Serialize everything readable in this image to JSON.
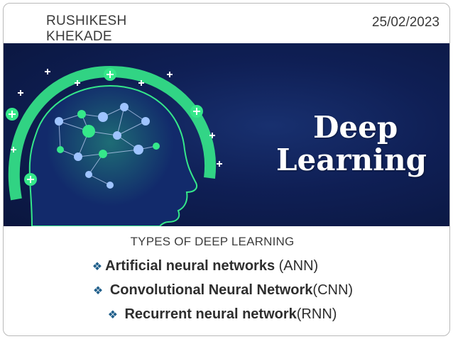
{
  "header": {
    "author": "RUSHIKESH KHEKADE",
    "date": "25/02/2023"
  },
  "banner": {
    "title_line1": "Deep",
    "title_line2": "Learning",
    "colors": {
      "background": "#0f1f55",
      "accent": "#35e88a",
      "node": "#9fc4ff"
    }
  },
  "content": {
    "heading": "TYPES OF DEEP LEARNING",
    "bullet_icon": "diamond-bullet-icon",
    "items": [
      {
        "bold": "Artificial neural networks",
        "rest": " (ANN)"
      },
      {
        "bold": "Convolutional Neural Network",
        "rest": "(CNN)"
      },
      {
        "bold": "Recurrent neural network",
        "rest": "(RNN)"
      }
    ]
  }
}
